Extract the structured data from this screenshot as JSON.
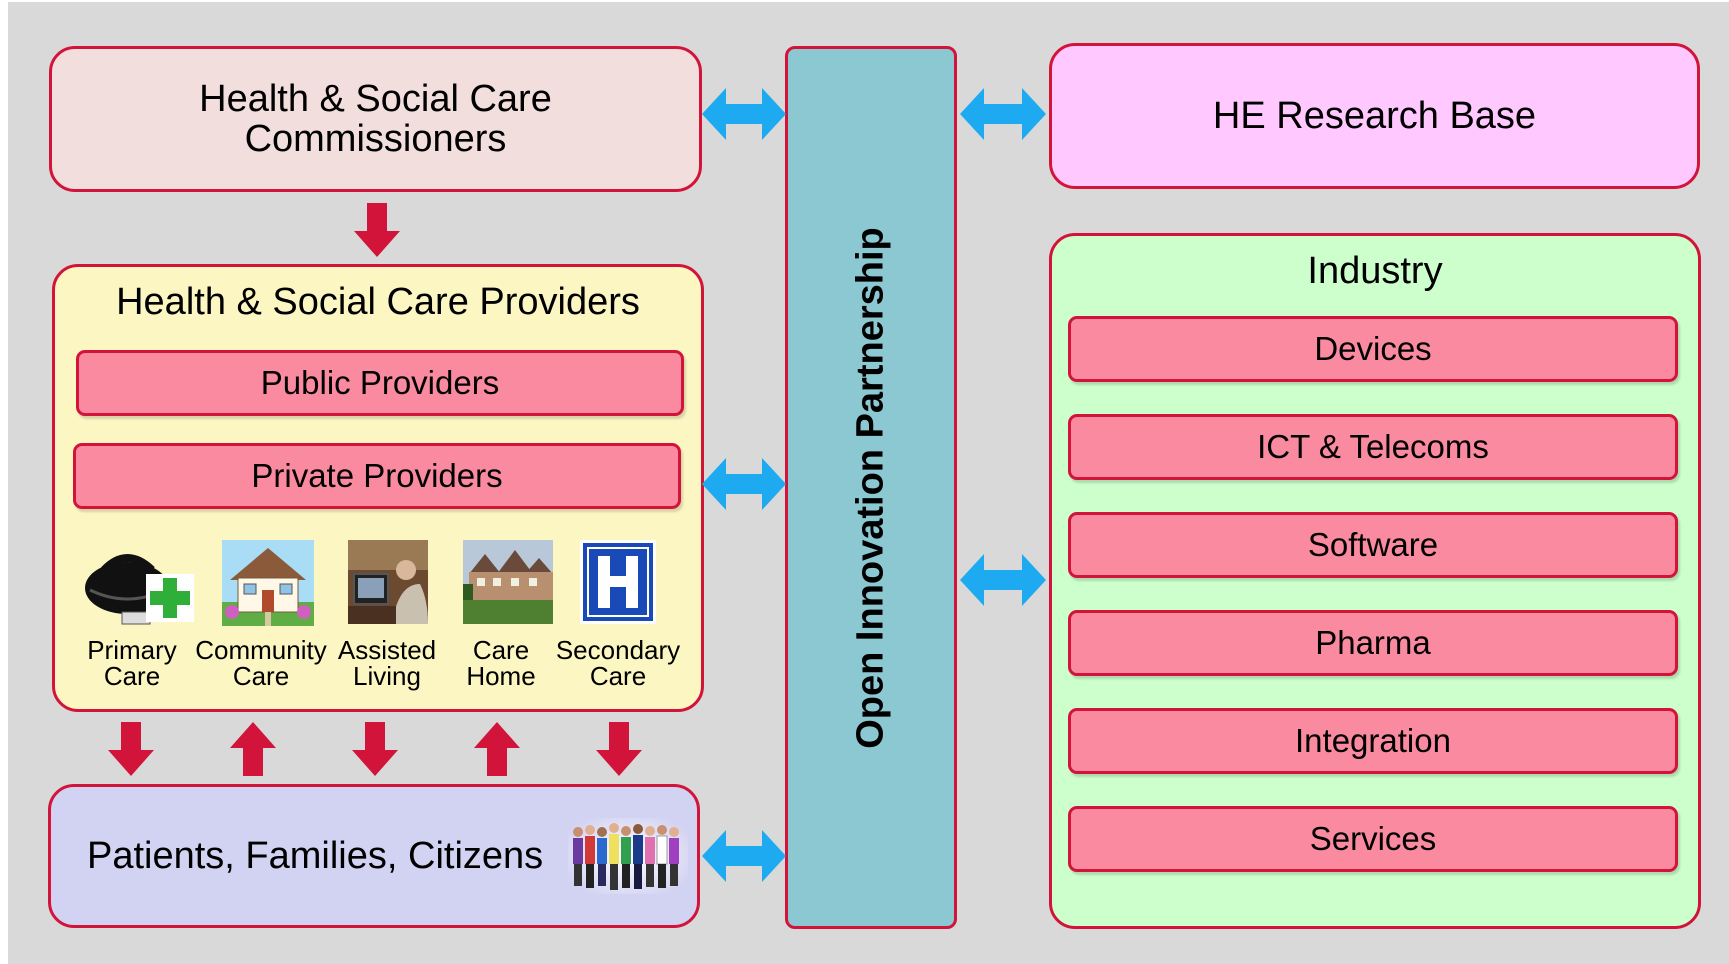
{
  "commissioners": {
    "line1": "Health & Social Care",
    "line2": "Commissioners"
  },
  "he_research": {
    "label": "HE Research Base"
  },
  "providers": {
    "title": "Health & Social Care Providers",
    "public": "Public Providers",
    "private": "Private Providers",
    "care_types": [
      {
        "icon": "doctor-bag-icon",
        "line1": "Primary",
        "line2": "Care"
      },
      {
        "icon": "house-icon",
        "line1": "Community",
        "line2": "Care"
      },
      {
        "icon": "assisted-living-photo",
        "line1": "Assisted",
        "line2": "Living"
      },
      {
        "icon": "care-home-photo",
        "line1": "Care",
        "line2": "Home"
      },
      {
        "icon": "hospital-sign-icon",
        "line1": "Secondary",
        "line2": "Care"
      }
    ]
  },
  "patients": {
    "label": "Patients, Families, Citizens",
    "icon": "people-group-icon"
  },
  "partnership": {
    "label": "Open Innovation Partnership"
  },
  "industry": {
    "title": "Industry",
    "sectors": [
      "Devices",
      "ICT & Telecoms",
      "Software",
      "Pharma",
      "Integration",
      "Services"
    ]
  },
  "colors": {
    "background": "#d9d9d9",
    "border": "#d2143a",
    "commissioners_fill": "#f3dede",
    "he_research_fill": "#ffc8ff",
    "providers_fill": "#fcf6c2",
    "patients_fill": "#d2d2f2",
    "partnership_fill": "#8cc8d2",
    "industry_fill": "#ccffcc",
    "bar_fill": "#f98aa0",
    "red_arrow": "#d2143a",
    "blue_arrow": "#1eaaf0"
  }
}
